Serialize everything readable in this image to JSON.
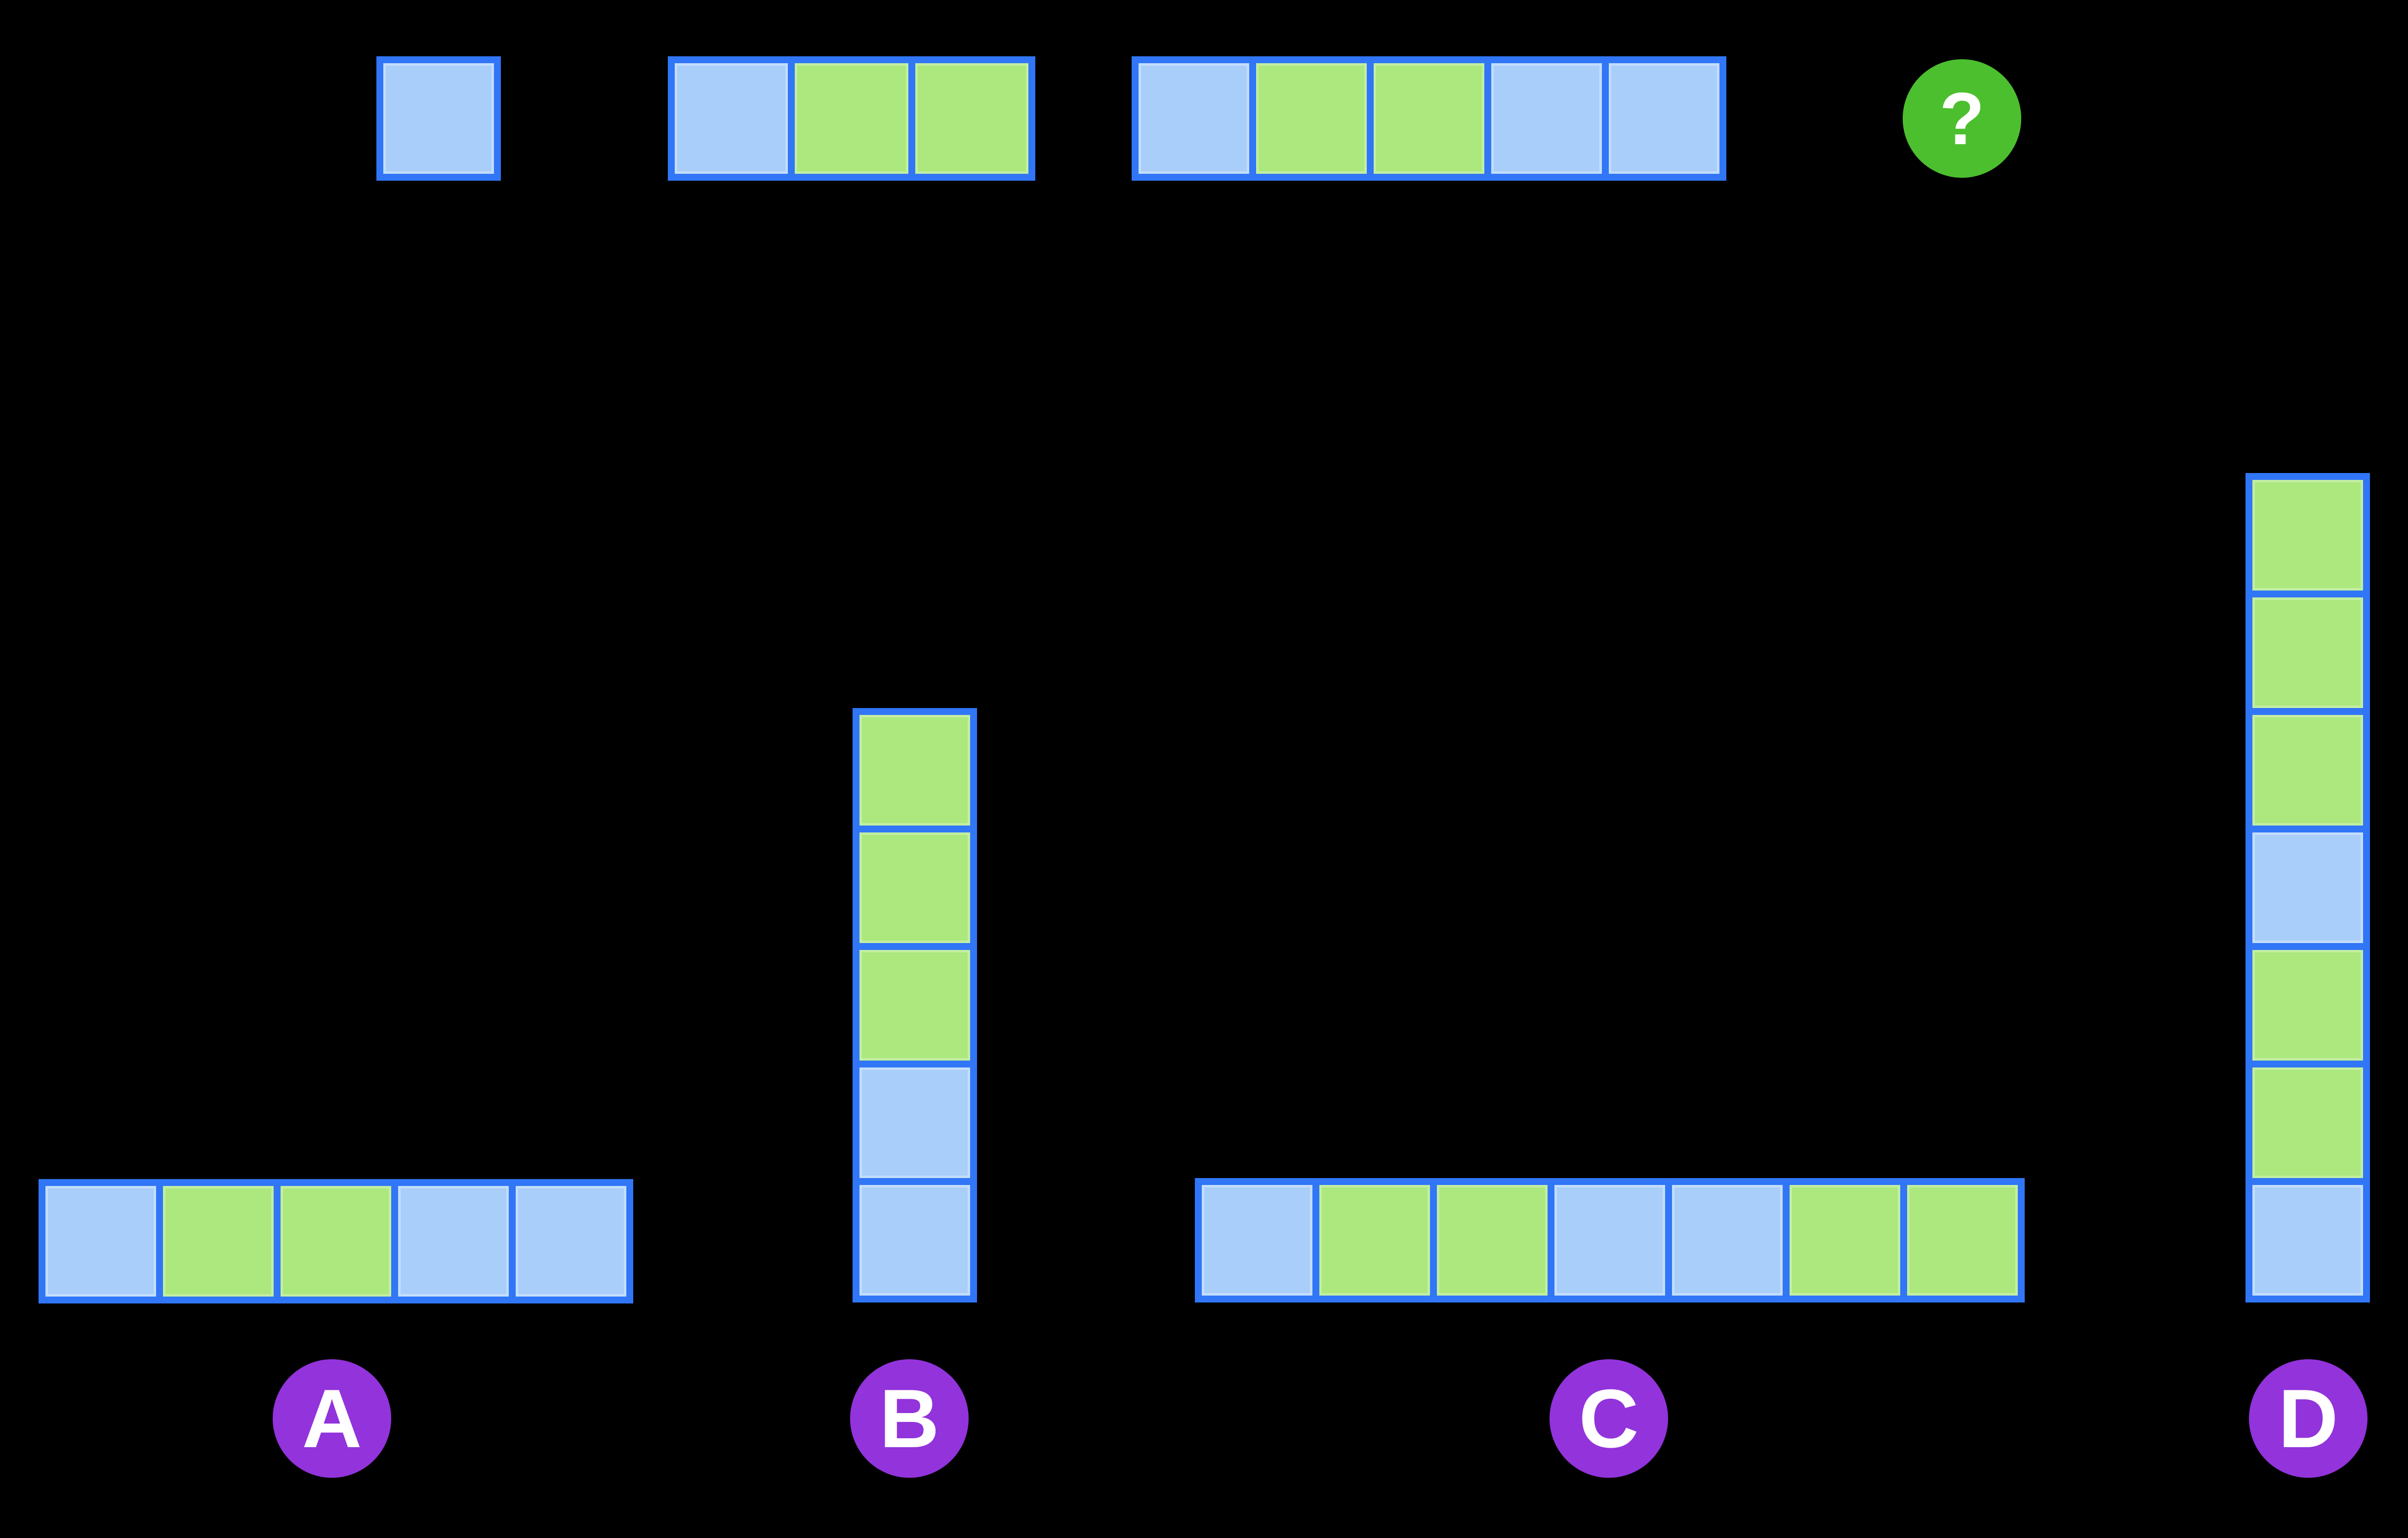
{
  "colors": {
    "background": "#000000",
    "frame_blue": "#3076F6",
    "cell_blue": "#A9CEFA",
    "cell_green": "#ACE87D",
    "question_circle_green": "#4CBF2F",
    "option_badge_purple": "#9233DB",
    "badge_text": "#FFFFFF"
  },
  "question_row": {
    "terms": [
      {
        "name": "term-1",
        "cells": [
          "blue"
        ]
      },
      {
        "name": "term-2",
        "cells": [
          "blue",
          "green",
          "green"
        ]
      },
      {
        "name": "term-3",
        "cells": [
          "blue",
          "green",
          "green",
          "blue",
          "blue"
        ]
      }
    ],
    "question_mark": "?"
  },
  "options": [
    {
      "label": "A",
      "orientation": "horizontal",
      "cells": [
        "blue",
        "green",
        "green",
        "blue",
        "blue"
      ]
    },
    {
      "label": "B",
      "orientation": "vertical",
      "cells": [
        "green",
        "green",
        "green",
        "blue",
        "blue"
      ]
    },
    {
      "label": "C",
      "orientation": "horizontal",
      "cells": [
        "blue",
        "green",
        "green",
        "blue",
        "blue",
        "green",
        "green"
      ]
    },
    {
      "label": "D",
      "orientation": "vertical",
      "cells": [
        "green",
        "green",
        "green",
        "blue",
        "green",
        "green",
        "blue"
      ]
    }
  ]
}
